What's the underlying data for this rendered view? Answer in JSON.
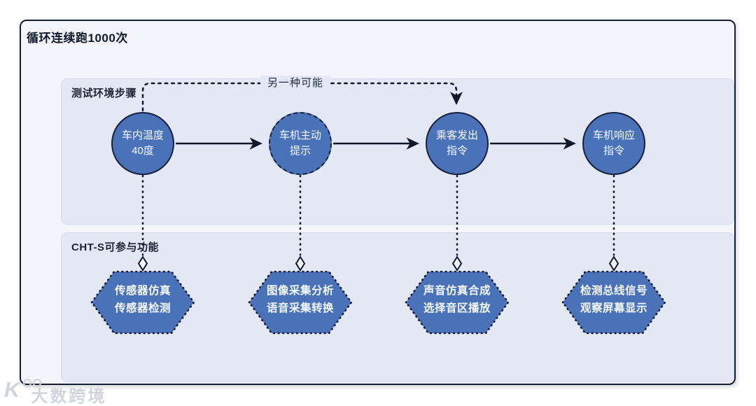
{
  "diagram": {
    "title": "循环连续跑1000次",
    "alt_path_label": "另一种可能",
    "steps_panel": {
      "title": "测试环境步骤",
      "nodes": [
        {
          "line1": "车内温度",
          "line2": "40度"
        },
        {
          "line1": "车机主动",
          "line2": "提示"
        },
        {
          "line1": "乘客发出",
          "line2": "指令"
        },
        {
          "line1": "车机响应",
          "line2": "指令"
        }
      ]
    },
    "functions_panel": {
      "title": "CHT-S可参与功能",
      "nodes": [
        {
          "line1": "传感器仿真",
          "line2": "传感器检测"
        },
        {
          "line1": "图像采集分析",
          "line2": "语音采集转换"
        },
        {
          "line1": "声音仿真合成",
          "line2": "选择音区播放"
        },
        {
          "line1": "检测总线信号",
          "line2": "观察屏幕显示"
        }
      ]
    },
    "watermark": {
      "logo_letter": "K",
      "text": "大数跨境"
    },
    "colors": {
      "node_fill": "#4a72b8",
      "node_border": "#16213e",
      "panel_bg": "#e4e7f4",
      "box_bg": "#f3f5fb",
      "line": "#10182b"
    }
  }
}
